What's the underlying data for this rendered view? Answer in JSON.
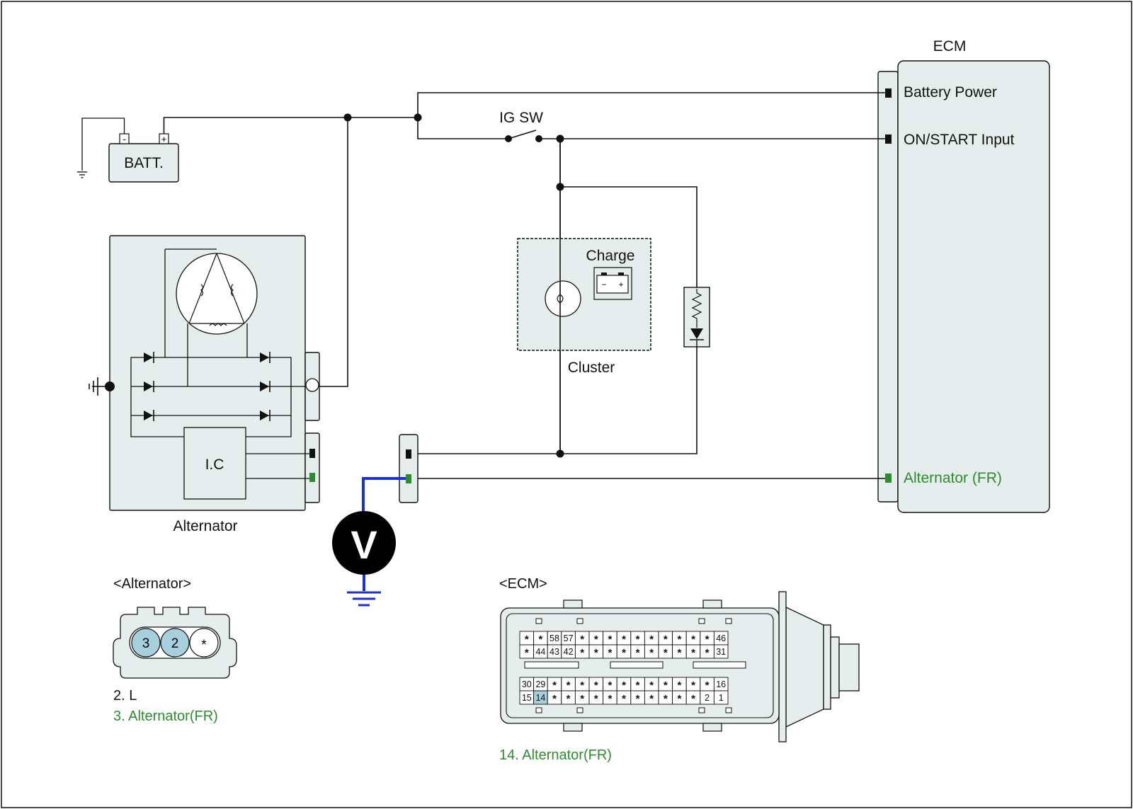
{
  "colors": {
    "component_fill": "#e6eded",
    "pin_highlight": "#a8d0dc",
    "signal_green": "#2e8b2e",
    "meter_lead_blue": "#1a2fd6",
    "meter_body": "#000000"
  },
  "battery": {
    "label": "BATT.",
    "minus_sign": "-",
    "plus_sign": "+"
  },
  "ig_switch": {
    "label": "IG SW"
  },
  "ecm": {
    "title": "ECM",
    "pins": {
      "battery_power": "Battery Power",
      "on_start_input": "ON/START Input",
      "alternator_fr": "Alternator (FR)"
    }
  },
  "cluster": {
    "label": "Cluster",
    "lamp_label": "Charge",
    "battery_icon_minus": "−",
    "battery_icon_plus": "+"
  },
  "alternator": {
    "label": "Alternator",
    "ic_label": "I.C"
  },
  "meter": {
    "symbol": "V",
    "icon": "voltmeter-icon"
  },
  "alternator_connector": {
    "title": "<Alternator>",
    "cavities": [
      "3",
      "2",
      "*"
    ],
    "legend": [
      "2. L",
      "3. Alternator(FR)"
    ]
  },
  "ecm_connector": {
    "title": "<ECM>",
    "top_row1": [
      "*",
      "*",
      "58",
      "57",
      "*",
      "*",
      "*",
      "*",
      "*",
      "*",
      "*",
      "*",
      "*",
      "*",
      "46"
    ],
    "top_row2": [
      "*",
      "44",
      "43",
      "42",
      "*",
      "*",
      "*",
      "*",
      "*",
      "*",
      "*",
      "*",
      "*",
      "*",
      "31"
    ],
    "bottom_row1": [
      "30",
      "29",
      "*",
      "*",
      "*",
      "*",
      "*",
      "*",
      "*",
      "*",
      "*",
      "*",
      "*",
      "*",
      "16"
    ],
    "bottom_row2": [
      "15",
      "14",
      "*",
      "*",
      "*",
      "*",
      "*",
      "*",
      "*",
      "*",
      "*",
      "*",
      "*",
      "2",
      "1"
    ],
    "highlight_pin": "14",
    "legend": "14. Alternator(FR)"
  }
}
